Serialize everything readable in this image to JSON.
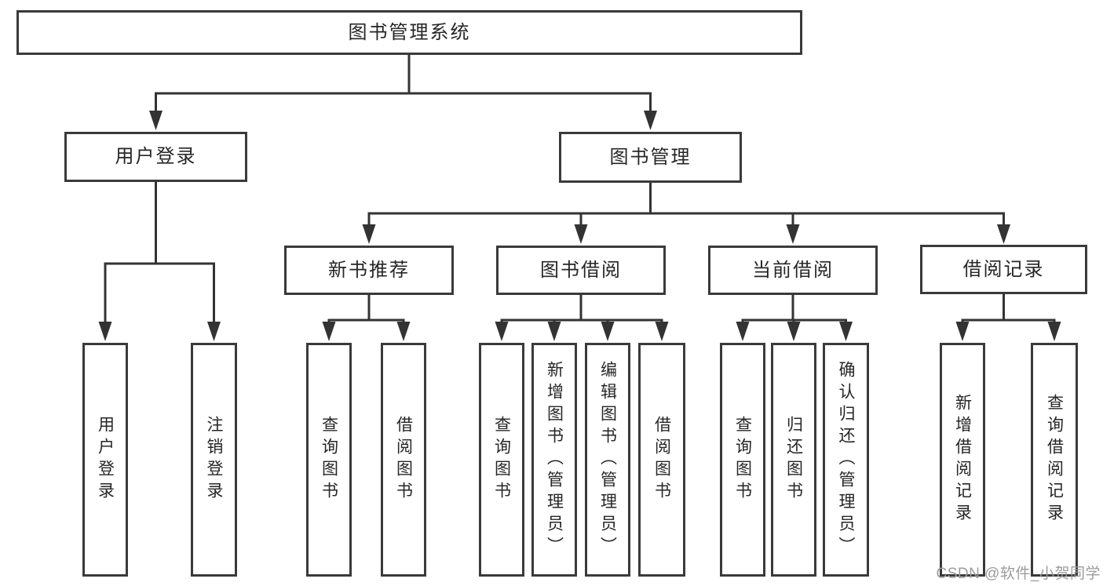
{
  "watermark": "CSDN @软件_小贺同学",
  "colors": {
    "line": "#333333",
    "box_border": "#3a3a3a",
    "text": "#262626",
    "watermark": "#9c9c9c",
    "background": "#ffffff"
  },
  "tree": {
    "label": "图书管理系统",
    "children": [
      {
        "label": "用户登录",
        "children": [
          {
            "label": "用户登录"
          },
          {
            "label": "注销登录"
          }
        ]
      },
      {
        "label": "图书管理",
        "children": [
          {
            "label": "新书推荐",
            "children": [
              {
                "label": "查询图书"
              },
              {
                "label": "借阅图书"
              }
            ]
          },
          {
            "label": "图书借阅",
            "children": [
              {
                "label": "查询图书"
              },
              {
                "label": "新增图书（管理员）"
              },
              {
                "label": "编辑图书（管理员）"
              },
              {
                "label": "借阅图书"
              }
            ]
          },
          {
            "label": "当前借阅",
            "children": [
              {
                "label": "查询图书"
              },
              {
                "label": "归还图书"
              },
              {
                "label": "确认归还（管理员）"
              }
            ]
          },
          {
            "label": "借阅记录",
            "children": [
              {
                "label": "新增借阅记录"
              },
              {
                "label": "查询借阅记录"
              }
            ]
          }
        ]
      }
    ]
  }
}
